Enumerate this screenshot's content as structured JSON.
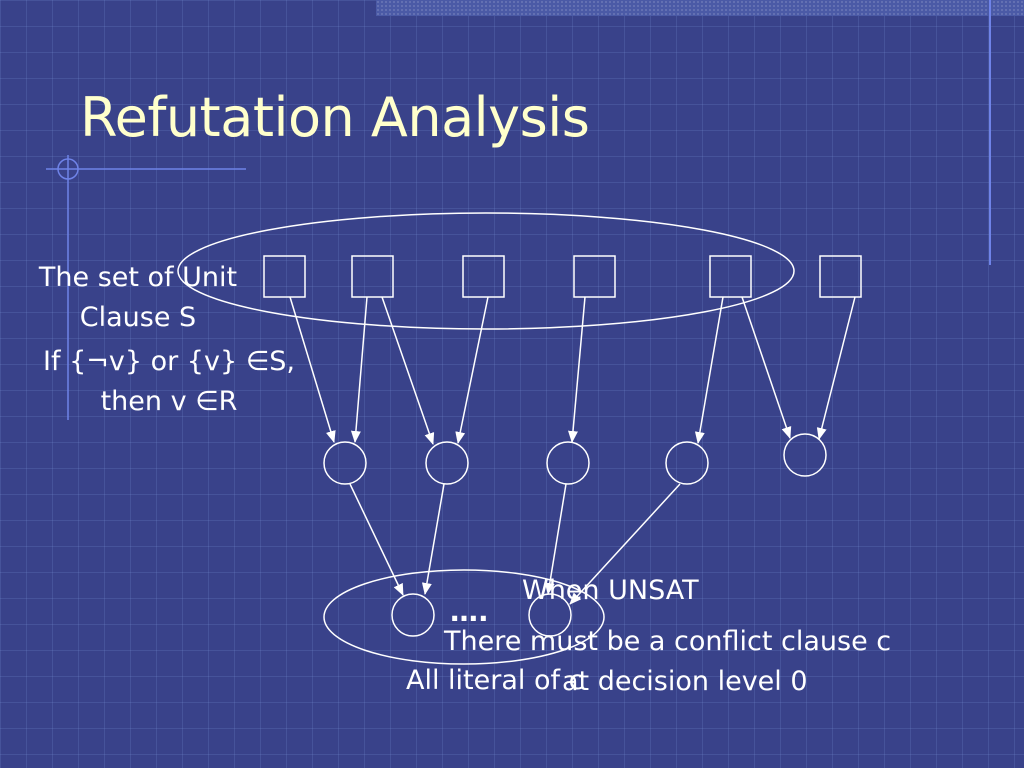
{
  "slide": {
    "title": "Refutation Analysis",
    "colors": {
      "background": "#39428a",
      "title": "#ffffcc",
      "text": "#ffffff",
      "accent_line": "#6f83e8"
    }
  },
  "labels": {
    "unit_clause_line1": "The set of Unit",
    "unit_clause_line2": "Clause S",
    "rule_line1": "If {¬v} or {v} ∈S,",
    "rule_line2": "then v ∈R",
    "dots": "….",
    "when_unsat": "When UNSAT",
    "conflict_line1": "There must be a conflict clause c",
    "conflict_line2": "at decision level 0",
    "all_literal": "All literal of c"
  }
}
